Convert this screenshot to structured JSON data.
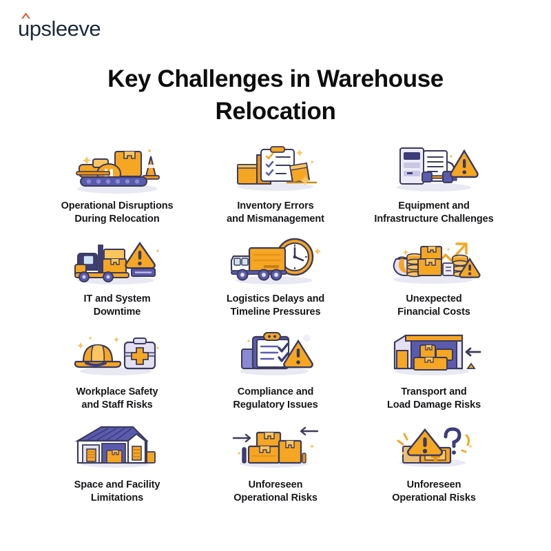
{
  "brand": {
    "name": "upsleeve",
    "wordmark_color": "#1b2a3d",
    "caret_color": "#e8563a"
  },
  "header": {
    "title": "Key Challenges in Warehouse Relocation",
    "title_color": "#0d0d0d"
  },
  "palette": {
    "background": "#ffffff",
    "orange": "#f5a623",
    "orange_dark": "#e8921a",
    "orange_light": "#fbc55f",
    "blue": "#5b5bae",
    "blue_dark": "#3d3d7a",
    "blue_light": "#8a8ad4",
    "outline": "#3a3a5c",
    "label_text": "#17171a",
    "shadow": "#e9e9f4"
  },
  "cards": [
    {
      "id": 1,
      "label": "Operational Disruptions\nDuring Relocation",
      "icon": "bulldozer-with-crate-and-traffic-cone-icon"
    },
    {
      "id": 2,
      "label": "Inventory Errors\nand Mismanagement",
      "icon": "clipboard-checklist-with-falling-boxes-icon"
    },
    {
      "id": 3,
      "label": "Equipment and\nInfrastructure Challenges",
      "icon": "server-rack-unplugged-cable-warning-icon"
    },
    {
      "id": 4,
      "label": "IT and System\nDowntime",
      "icon": "forklift-with-boxes-and-warning-icon"
    },
    {
      "id": 5,
      "label": "Logistics Delays and\nTimeline Pressures",
      "icon": "delivery-truck-with-clock-icon"
    },
    {
      "id": 6,
      "label": "Unexpected\nFinancial Costs",
      "icon": "money-bag-coins-boxes-rising-arrow-icon"
    },
    {
      "id": 7,
      "label": "Workplace Safety\nand Staff Risks",
      "icon": "hard-hat-and-first-aid-kit-icon"
    },
    {
      "id": 8,
      "label": "Compliance and\nRegulatory Issues",
      "icon": "clipboard-checkmarks-with-warning-icon"
    },
    {
      "id": 9,
      "label": "Transport and\nLoad Damage Risks",
      "icon": "warehouse-loading-dock-with-boxes-icon"
    },
    {
      "id": 10,
      "label": "Space and Facility\nLimitations",
      "icon": "warehouse-building-icon"
    },
    {
      "id": 11,
      "label": "Unforeseen\nOperational Risks",
      "icon": "stacked-boxes-with-arrows-icon"
    },
    {
      "id": 12,
      "label": "Unforeseen\nOperational Risks",
      "icon": "warning-triangle-question-mark-box-icon"
    }
  ]
}
